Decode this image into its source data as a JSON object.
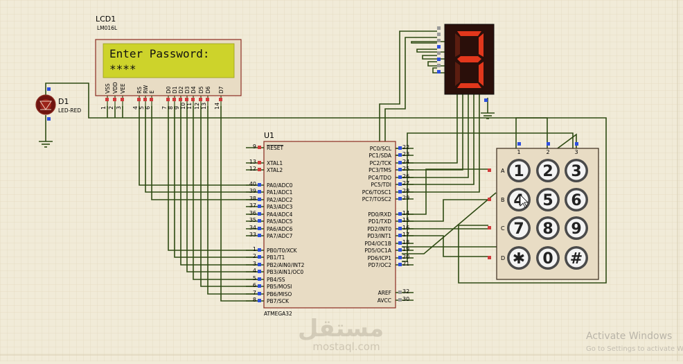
{
  "colors": {
    "background": "#f1ebd8",
    "grid": "#e3d9bf",
    "wire": "#2e4a12",
    "component_fill": "#e8dcc4",
    "component_border": "#8b2c22",
    "lcd_screen": "#cdd32b",
    "segment_on": "#e2371c",
    "segment_off": "#5b1d10",
    "pin_blue": "#2d4fe0",
    "pin_red": "#d23c3c",
    "pin_gray": "#9a9a9a"
  },
  "lcd": {
    "ref": "LCD1",
    "part": "LM016L",
    "line1": "Enter Password:",
    "line2": "****",
    "pins": [
      {
        "label": "VSS",
        "num": "1"
      },
      {
        "label": "VDD",
        "num": "2"
      },
      {
        "label": "VEE",
        "num": "3"
      },
      {
        "label": "RS",
        "num": "4"
      },
      {
        "label": "RW",
        "num": "5"
      },
      {
        "label": "E",
        "num": "6"
      },
      {
        "label": "D0",
        "num": "7"
      },
      {
        "label": "D1",
        "num": "8"
      },
      {
        "label": "D2",
        "num": "9"
      },
      {
        "label": "D3",
        "num": "10"
      },
      {
        "label": "D4",
        "num": "11"
      },
      {
        "label": "D5",
        "num": "12"
      },
      {
        "label": "D6",
        "num": "13"
      },
      {
        "label": "D7",
        "num": "14"
      }
    ]
  },
  "led": {
    "ref": "D1",
    "part": "LED-RED"
  },
  "seven_segment": {
    "digit": "3"
  },
  "mcu": {
    "ref": "U1",
    "part": "ATMEGA32",
    "left_pins": [
      {
        "num": "9",
        "label": "RESET"
      },
      {
        "num": "13",
        "label": "XTAL1"
      },
      {
        "num": "12",
        "label": "XTAL2"
      },
      {
        "num": "40",
        "label": "PA0/ADC0"
      },
      {
        "num": "39",
        "label": "PA1/ADC1"
      },
      {
        "num": "38",
        "label": "PA2/ADC2"
      },
      {
        "num": "37",
        "label": "PA3/ADC3"
      },
      {
        "num": "36",
        "label": "PA4/ADC4"
      },
      {
        "num": "35",
        "label": "PA5/ADC5"
      },
      {
        "num": "34",
        "label": "PA6/ADC6"
      },
      {
        "num": "33",
        "label": "PA7/ADC7"
      },
      {
        "num": "1",
        "label": "PB0/T0/XCK"
      },
      {
        "num": "2",
        "label": "PB1/T1"
      },
      {
        "num": "3",
        "label": "PB2/AIN0/INT2"
      },
      {
        "num": "4",
        "label": "PB3/AIN1/OC0"
      },
      {
        "num": "5",
        "label": "PB4/SS"
      },
      {
        "num": "6",
        "label": "PB5/MOSI"
      },
      {
        "num": "7",
        "label": "PB6/MISO"
      },
      {
        "num": "8",
        "label": "PB7/SCK"
      }
    ],
    "right_pins": [
      {
        "num": "22",
        "label": "PC0/SCL"
      },
      {
        "num": "23",
        "label": "PC1/SDA"
      },
      {
        "num": "24",
        "label": "PC2/TCK"
      },
      {
        "num": "25",
        "label": "PC3/TMS"
      },
      {
        "num": "26",
        "label": "PC4/TDO"
      },
      {
        "num": "27",
        "label": "PC5/TDI"
      },
      {
        "num": "28",
        "label": "PC6/TOSC1"
      },
      {
        "num": "29",
        "label": "PC7/TOSC2"
      },
      {
        "num": "14",
        "label": "PD0/RXD"
      },
      {
        "num": "15",
        "label": "PD1/TXD"
      },
      {
        "num": "16",
        "label": "PD2/INT0"
      },
      {
        "num": "17",
        "label": "PD3/INT1"
      },
      {
        "num": "18",
        "label": "PD4/OC1B"
      },
      {
        "num": "19",
        "label": "PD5/OC1A"
      },
      {
        "num": "20",
        "label": "PD6/ICP1"
      },
      {
        "num": "21",
        "label": "PD7/OC2"
      },
      {
        "num": "32",
        "label": "AREF"
      },
      {
        "num": "30",
        "label": "AVCC"
      }
    ]
  },
  "keypad": {
    "col_labels": [
      "1",
      "2",
      "3"
    ],
    "row_labels": [
      "A",
      "B",
      "C",
      "D"
    ],
    "keys": [
      "1",
      "2",
      "3",
      "4",
      "5",
      "6",
      "7",
      "8",
      "9",
      "✱",
      "0",
      "#"
    ]
  },
  "watermark": {
    "arabic": "مستقل",
    "latin": "mostaql.com"
  },
  "activation": {
    "title": "Activate Windows",
    "subtitle": "Go to Settings to activate W"
  }
}
